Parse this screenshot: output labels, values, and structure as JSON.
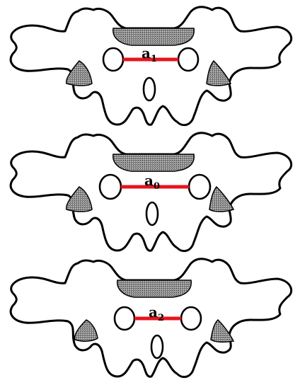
{
  "colors": {
    "measurement_line": "#e8141c",
    "outline": "#000000",
    "shading": "#8a8a8a"
  },
  "panels": [
    {
      "label": {
        "base": "a",
        "subscript": "1"
      }
    },
    {
      "label": {
        "base": "a",
        "subscript": "0"
      }
    },
    {
      "label": {
        "base": "a",
        "subscript": "2"
      }
    }
  ]
}
